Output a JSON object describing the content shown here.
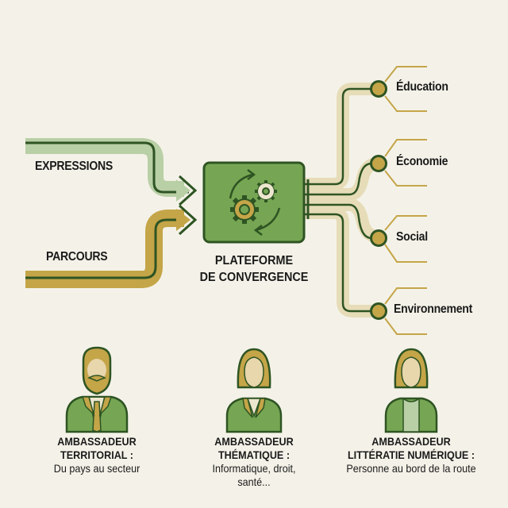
{
  "inputs": [
    {
      "label": "EXPRESSIONS",
      "color": "#b9cfa6"
    },
    {
      "label": "PARCOURS",
      "color": "#c4a548"
    }
  ],
  "center": {
    "line1": "PLATEFORME",
    "line2": "DE CONVERGENCE",
    "icon": "gears-cycle-icon",
    "fill": "#76a653",
    "stroke": "#2e5423"
  },
  "outputs": [
    {
      "label": "Éducation"
    },
    {
      "label": "Économie"
    },
    {
      "label": "Social"
    },
    {
      "label": "Environnement"
    }
  ],
  "ambassadors": [
    {
      "title1": "AMBASSADEUR",
      "title2": "TERRITORIAL :",
      "desc1": "Du pays au secteur",
      "desc2": "",
      "icon": "man-avatar-icon"
    },
    {
      "title1": "AMBASSADEUR",
      "title2": "THÉMATIQUE :",
      "desc1": "Informatique, droit,",
      "desc2": "santé...",
      "icon": "woman-avatar-icon"
    },
    {
      "title1": "AMBASSADEUR",
      "title2": "LITTÉRATIE NUMÉRIQUE :",
      "desc1": "Personne au bord de la route",
      "desc2": "",
      "icon": "woman-avatar-icon"
    }
  ],
  "colors": {
    "background": "#f4f2e8",
    "dark_green": "#2e5423",
    "light_green": "#b9cfa6",
    "gold": "#c4a548",
    "beige": "#e6dcb8"
  }
}
